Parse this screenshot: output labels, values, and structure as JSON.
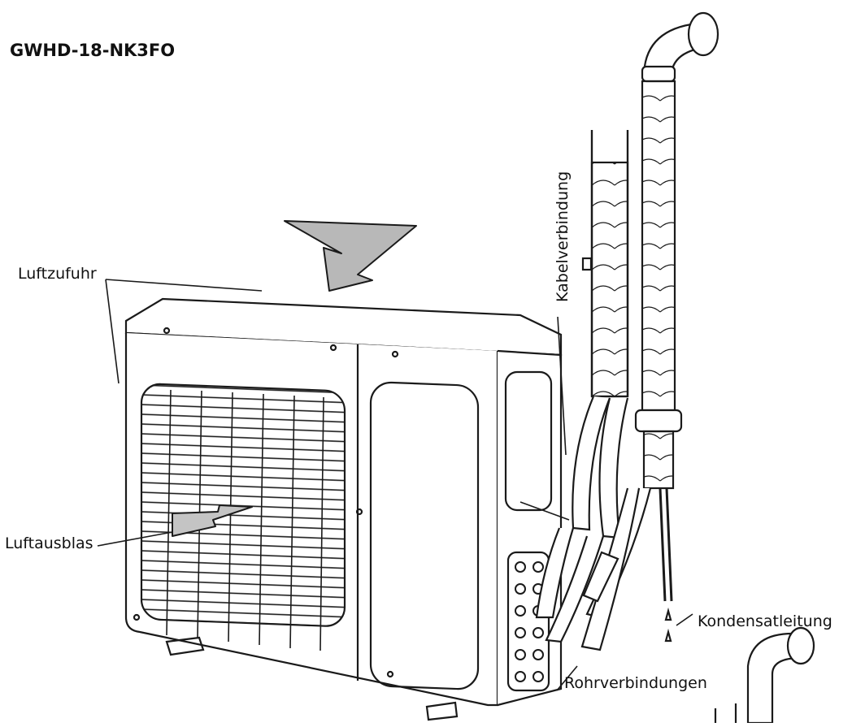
{
  "model": "GWHD-18-NK3FO",
  "labels": {
    "air_intake": "Luftzufuhr",
    "air_outlet": "Luftausblas",
    "cable_connection": "Kabelverbindung",
    "condensate_line": "Kondensatleitung",
    "pipe_connections": "Rohrverbindungen"
  },
  "colors": {
    "stroke": "#1a1a1a",
    "arrow_fill": "#b8b8b8",
    "background": "#ffffff"
  }
}
